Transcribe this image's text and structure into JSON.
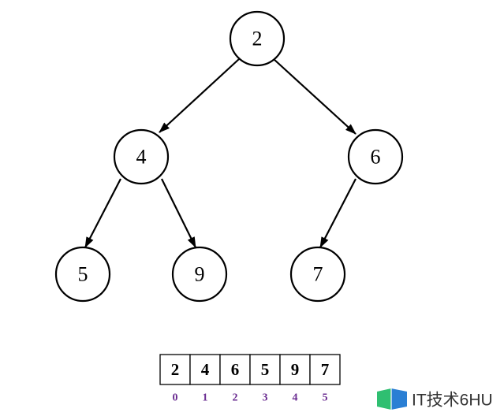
{
  "tree": {
    "nodes": [
      {
        "id": "root",
        "value": "2"
      },
      {
        "id": "left",
        "value": "4"
      },
      {
        "id": "right",
        "value": "6"
      },
      {
        "id": "left-left",
        "value": "5"
      },
      {
        "id": "left-right",
        "value": "9"
      },
      {
        "id": "right-left",
        "value": "7"
      }
    ],
    "edges": [
      {
        "from": "root",
        "to": "left"
      },
      {
        "from": "root",
        "to": "right"
      },
      {
        "from": "left",
        "to": "left-left"
      },
      {
        "from": "left",
        "to": "left-right"
      },
      {
        "from": "right",
        "to": "right-left"
      }
    ]
  },
  "array": {
    "cells": [
      "2",
      "4",
      "6",
      "5",
      "9",
      "7"
    ],
    "indices": [
      "0",
      "1",
      "2",
      "3",
      "4",
      "5"
    ]
  },
  "watermark": {
    "text": "IT技术6HU"
  },
  "colors": {
    "stroke": "#000000",
    "index": "#6a2c91",
    "logo_green": "#2fbf71",
    "logo_blue": "#2a7fd4",
    "watermark_text": "#333333"
  }
}
